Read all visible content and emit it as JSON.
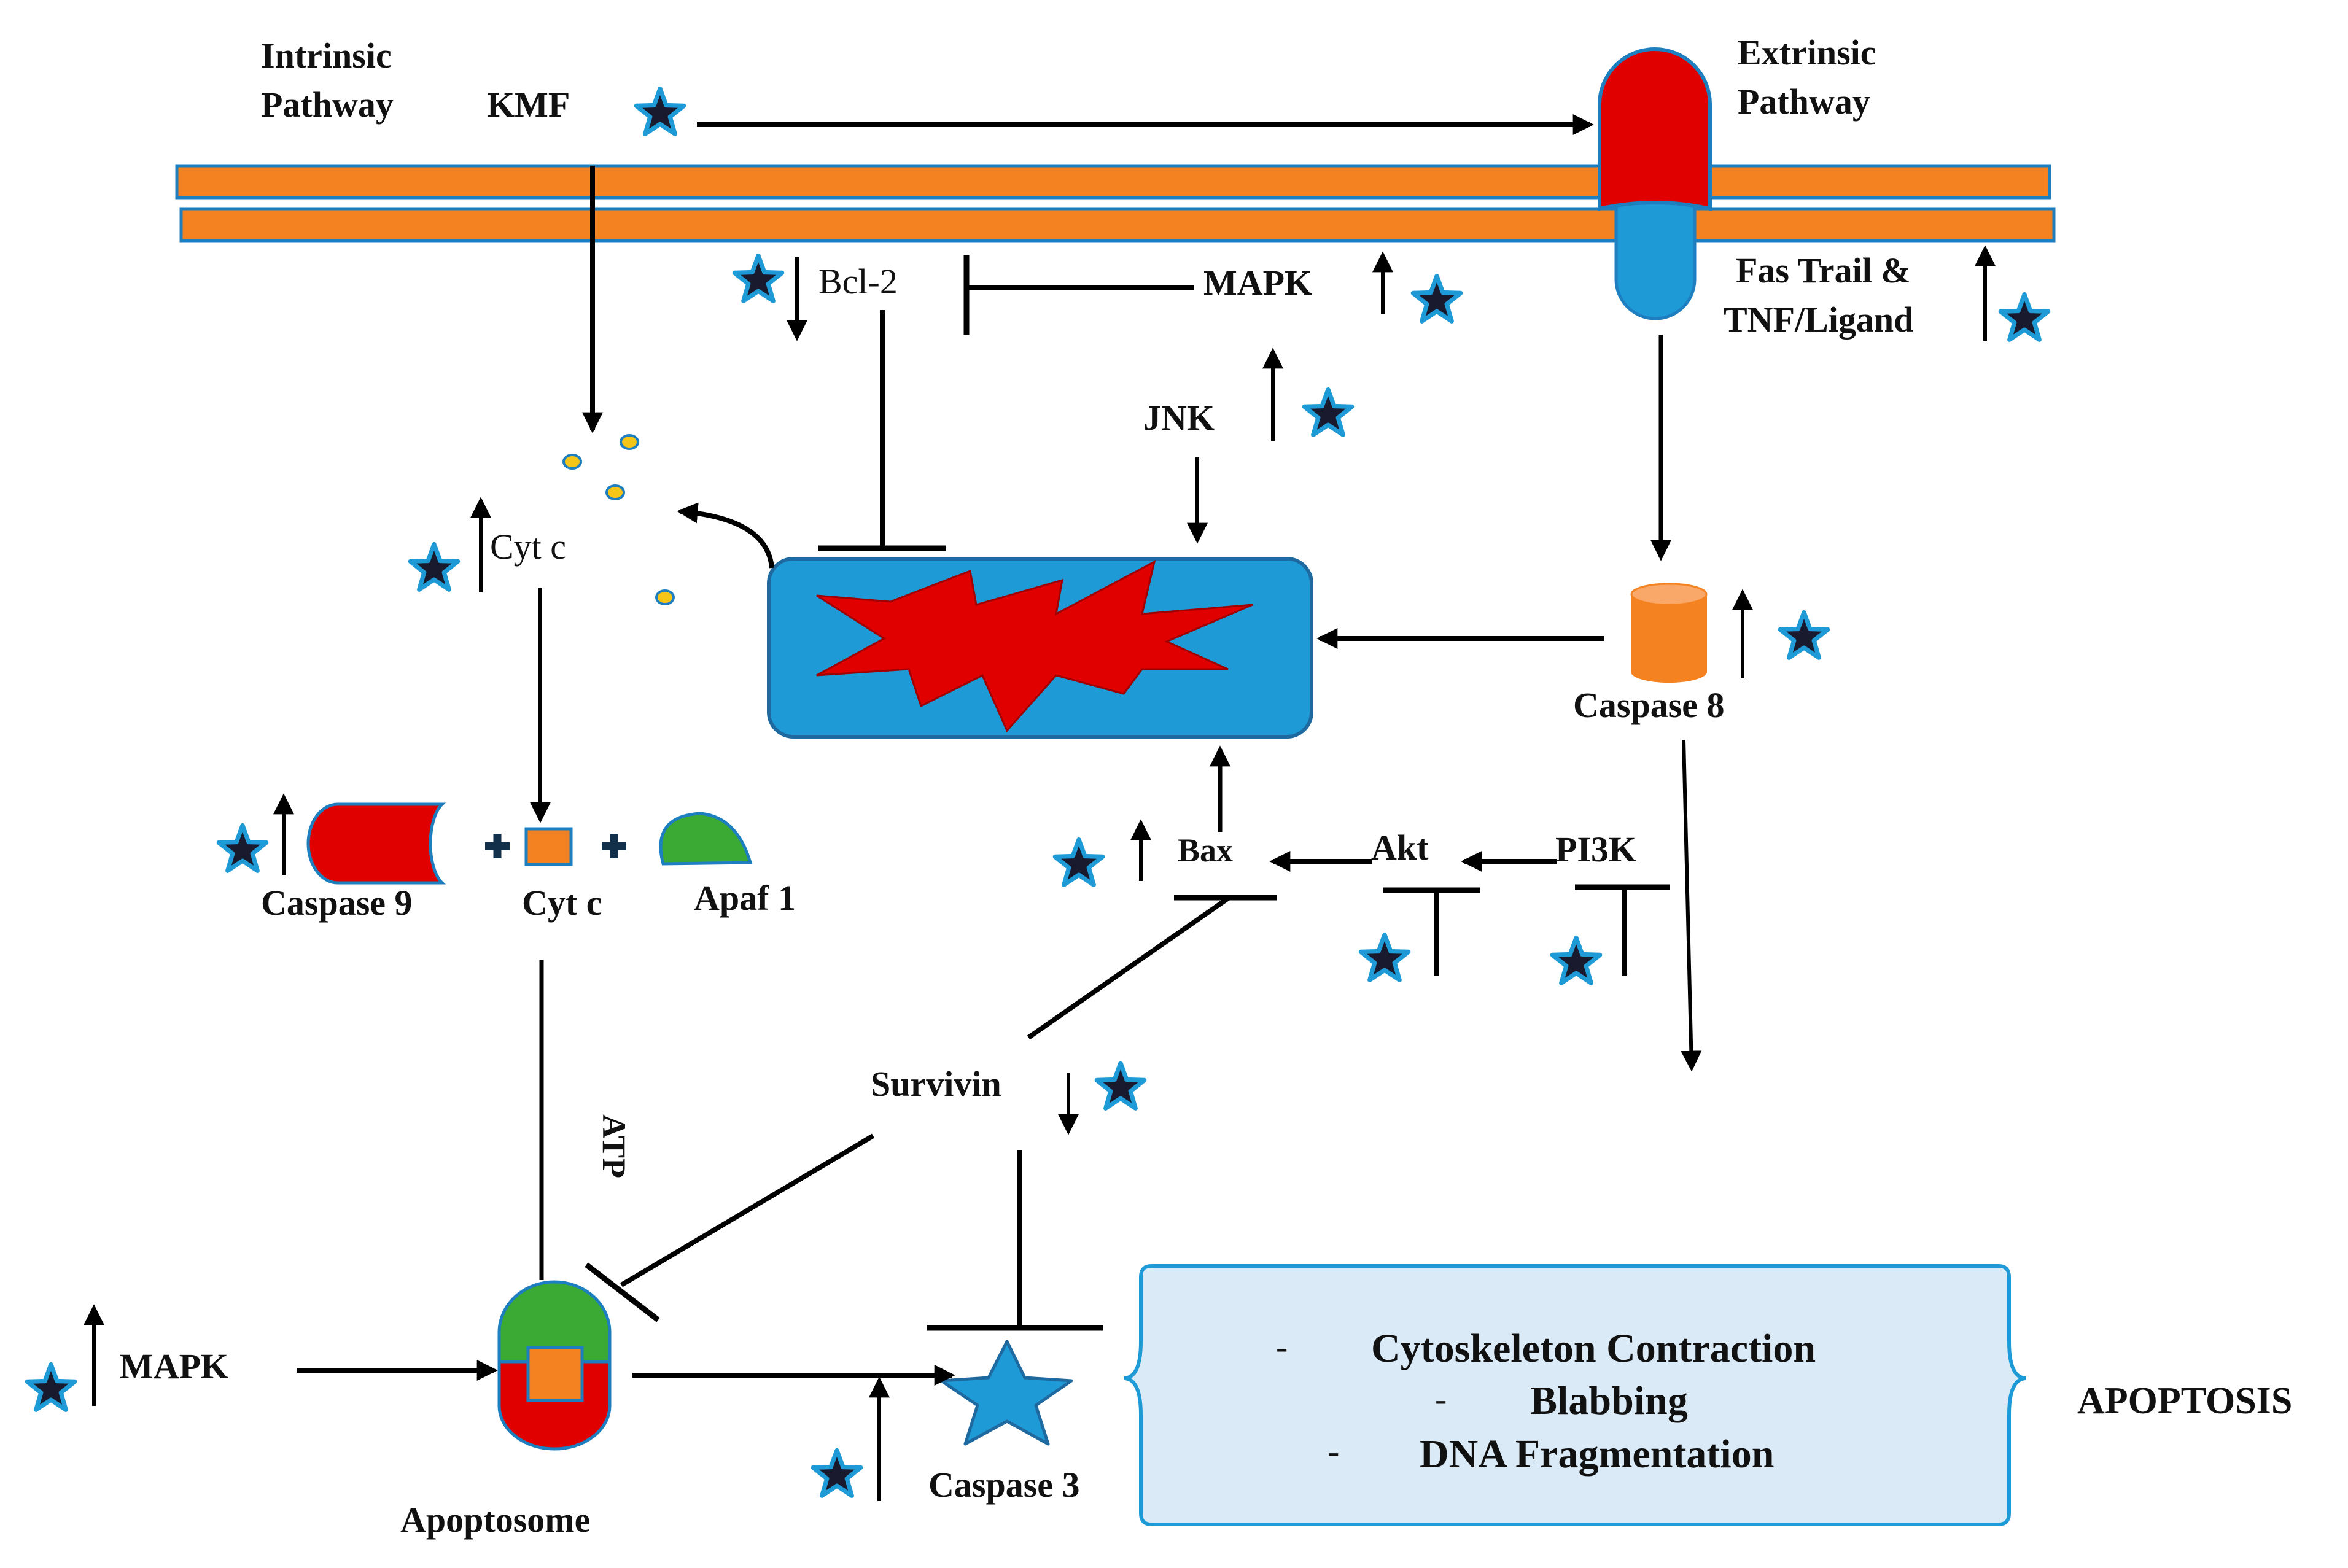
{
  "colors": {
    "membrane": "#f58220",
    "receptor_red": "#e00000",
    "receptor_blue": "#1e9ad6",
    "mito": "#1e9ad6",
    "burst": "#e00000",
    "star_fill": "#1a1a2e",
    "star_edge": "#1e9ad6",
    "caspase": "#f58220",
    "apaf": "#3aaa35",
    "box_fill": "#dbeaf7",
    "box_edge": "#1e9ad6",
    "cytc_dot": "#f5c518"
  },
  "labels": {
    "intrinsic": [
      "Intrinsic",
      "Pathway"
    ],
    "extrinsic": [
      "Extrinsic",
      "Pathway"
    ],
    "kmf": "KMF",
    "bcl2": "Bcl-2",
    "mapk_top": "MAPK",
    "fas": [
      "Fas Trail &",
      "TNF/Ligand"
    ],
    "jnk": "JNK",
    "cytc_top": "Cyt c",
    "caspase8": "Caspase 8",
    "caspase9": "Caspase 9",
    "cytc": "Cyt c",
    "apaf1": "Apaf 1",
    "bax": "Bax",
    "akt": "Akt",
    "pi3k": "PI3K",
    "survivin": "Survivin",
    "atp": "ATP",
    "mapk_bottom": "MAPK",
    "apoptosome": "Apoptosome",
    "caspase3": "Caspase 3",
    "apoptosis": "APOPTOSIS"
  },
  "outcomes": {
    "items": [
      {
        "dash": "-",
        "text": "Cytoskeleton Contraction"
      },
      {
        "dash": "-",
        "text": "Blabbing"
      },
      {
        "dash": "-",
        "text": "DNA Fragmentation"
      }
    ]
  }
}
